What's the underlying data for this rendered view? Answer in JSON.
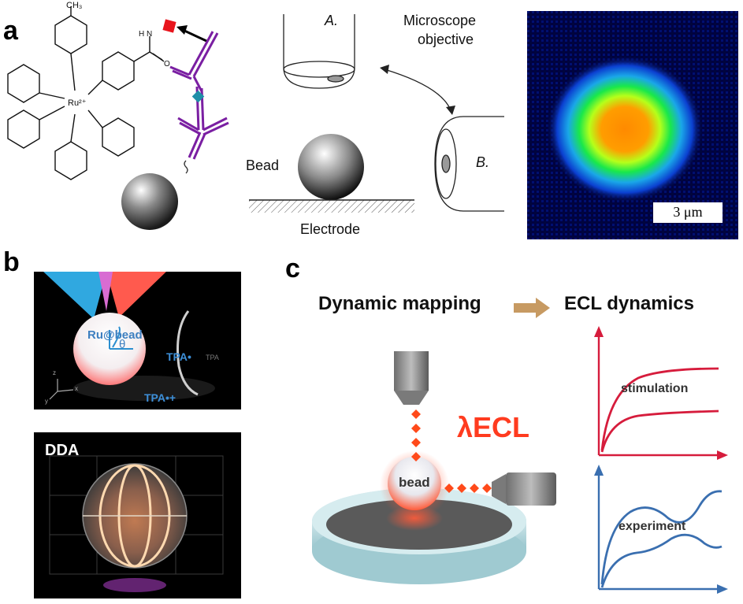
{
  "panels": {
    "a_letter": "a",
    "b_letter": "b",
    "c_letter": "c"
  },
  "panel_a": {
    "molecule": {
      "methyl": "CH₃",
      "ru": "Ru²⁺",
      "amide_nh": "N",
      "amide_h": "H",
      "amide_o": "O",
      "n_label": "N"
    },
    "setup": {
      "pos_a": "A.",
      "pos_b": "B.",
      "objective_line1": "Microscope",
      "objective_line2": "objective",
      "bead": "Bead",
      "electrode": "Electrode"
    },
    "image": {
      "scale_bar": "3 μm"
    }
  },
  "panel_b": {
    "top": {
      "bead_label": "Ru@bead",
      "theta": "θ",
      "tpa_radical": "TPA•",
      "tpa_cation": "TPA•+",
      "tpa_faint": "TPA",
      "axis_z": "z",
      "axis_x": "x",
      "axis_y": "y"
    },
    "bottom": {
      "label": "DDA"
    }
  },
  "panel_c": {
    "heading_left": "Dynamic mapping",
    "heading_right": "ECL dynamics",
    "lambda_label": "λECL",
    "bead_label": "bead",
    "plot_top_label": "stimulation",
    "plot_bottom_label": "experiment",
    "colors": {
      "stimulation": "#d61c3c",
      "experiment": "#3a6fb0",
      "arrow": "#c79a62",
      "lambda": "#ff3b1f"
    }
  }
}
